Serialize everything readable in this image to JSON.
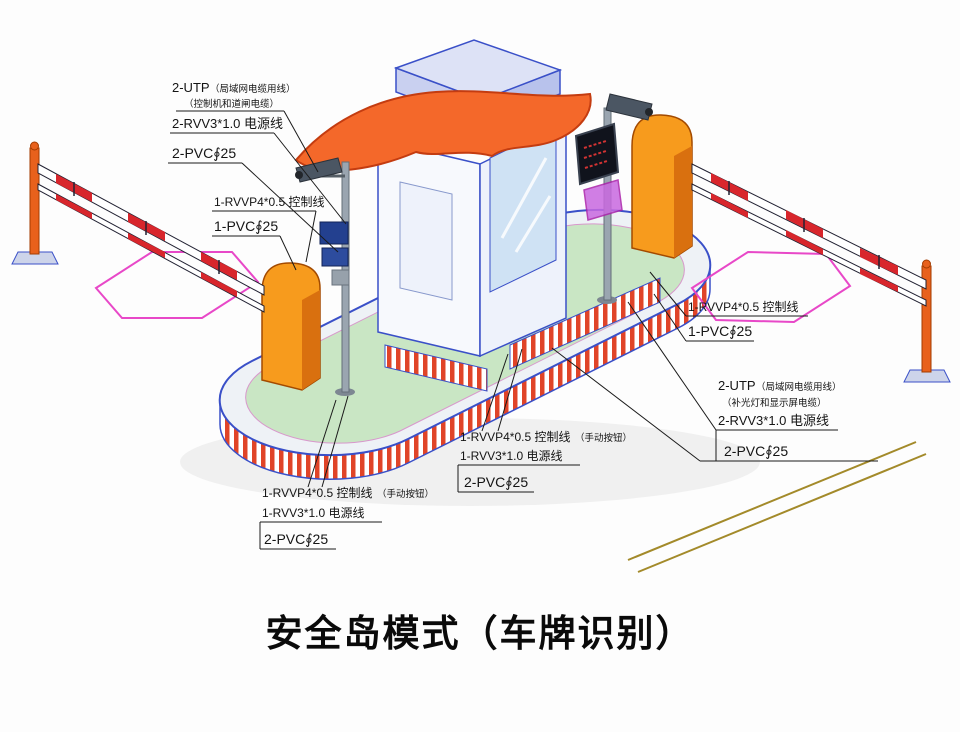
{
  "title": "安全岛模式（车牌识别）",
  "labels": {
    "top_left": {
      "code": "2-UTP",
      "code_note": "（局域网电缆用线）",
      "note2": "（控制机和道闸电缆）",
      "power": "2-RVV3*1.0 电源线",
      "pvc": "2-PVC∮25"
    },
    "left_mid": {
      "ctrl": "1-RVVP4*0.5 控制线",
      "pvc": "1-PVC∮25"
    },
    "right_mid": {
      "ctrl": "1-RVVP4*0.5 控制线",
      "pvc": "1-PVC∮25"
    },
    "right": {
      "code": "2-UTP",
      "code_note": "（局域网电缆用线）",
      "note2": "（补光灯和显示屏电缆）",
      "power": "2-RVV3*1.0 电源线",
      "pvc": "2-PVC∮25"
    },
    "center_bottom": {
      "ctrl": "1-RVVP4*0.5 控制线",
      "ctrl_note": "（手动按钮）",
      "power": "1-RVV3*1.0 电源线",
      "pvc": "2-PVC∮25"
    },
    "left_bottom": {
      "ctrl": "1-RVVP4*0.5 控制线",
      "ctrl_note": "（手动按钮）",
      "power": "1-RVV3*1.0 电源线",
      "pvc": "2-PVC∮25"
    }
  },
  "colors": {
    "island_green": "#c9e6c4",
    "curb_white": "#eef2f6",
    "stripe_red": "#e04428",
    "barrier_orange": "#f79b1d",
    "barrier_orange_dark": "#d9700f",
    "canopy_orange": "#f4682a",
    "booth_outline_blue": "#3a50c8",
    "cap_lavender": "#dde2f6",
    "loop_magenta": "#e848c8",
    "arm_red": "#d8262c",
    "road_line_olive": "#a38a2a"
  }
}
